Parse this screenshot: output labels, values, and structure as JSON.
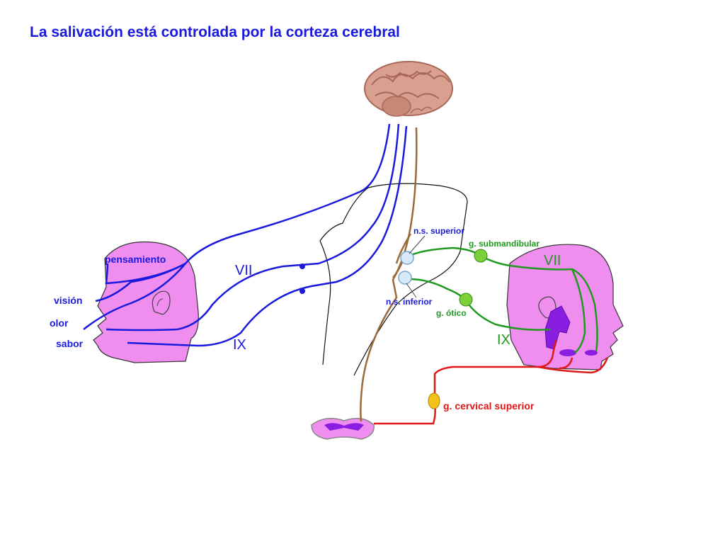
{
  "title": "La salivación está controlada por la corteza cerebral",
  "labels": {
    "pensamiento": "pensamiento",
    "vision": "visión",
    "olor": "olor",
    "sabor": "sabor",
    "nerve_vii_left": "VII",
    "nerve_ix_left": "IX",
    "nerve_vii_right": "VII",
    "nerve_ix_right": "IX",
    "ns_superior": "n.s. superior",
    "ns_inferior": "n.s. inferior",
    "g_submandibular": "g. submandibular",
    "g_otico": "g. ótico",
    "g_cervical": "g. cervical superior"
  },
  "colors": {
    "blue": "#1a1adc",
    "green": "#1f9a1f",
    "red": "#e01818",
    "brown": "#9a6a3a",
    "skin": "#f08ef0",
    "gland": "#8a1ee0",
    "ganglion_green": "#7cd03a",
    "ganglion_yellow": "#f2c21a"
  },
  "icons": [
    "brain-icon",
    "head-left-icon",
    "head-right-icon",
    "spinal-cord-icon"
  ]
}
